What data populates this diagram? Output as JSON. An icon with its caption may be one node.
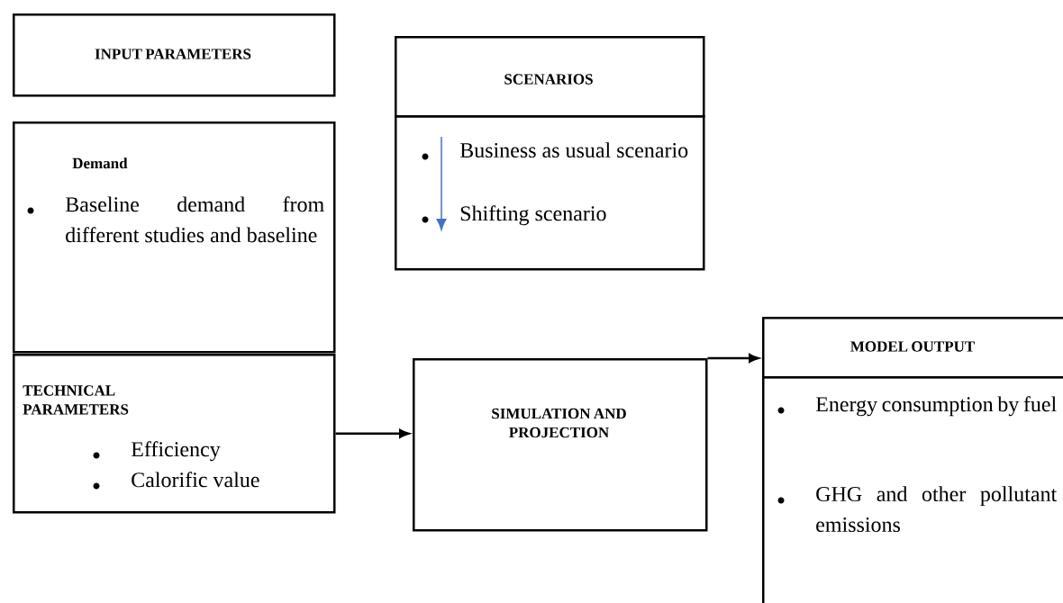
{
  "diagram": {
    "nodes": [
      {
        "text": [
          "INPUT PARAMETERS"
        ]
      },
      {
        "text": [
          "Demand",
          "Baseline demand from different studies and baseline"
        ]
      },
      {
        "text": [
          "TECHNICAL PARAMETERS",
          "Efficiency",
          "Calorific value"
        ]
      },
      {
        "text": [
          "SCENARIOS"
        ]
      },
      {
        "text": [
          "Business as usual scenario",
          "Shifting scenario"
        ]
      },
      {
        "text": [
          "SIMULATION AND PROJECTION"
        ]
      },
      {
        "text": [
          "MODEL OUTPUT"
        ]
      },
      {
        "text": [
          "Energy consumption by fuel",
          "GHG and other pollutant emissions"
        ]
      }
    ],
    "edges": [
      {
        "from": 2,
        "to": 5,
        "arrow": "to"
      },
      {
        "from": 5,
        "to": 6,
        "arrow": "to"
      },
      {
        "from": 4,
        "to": null,
        "arrow": "to",
        "color": "#4472c4"
      }
    ]
  }
}
